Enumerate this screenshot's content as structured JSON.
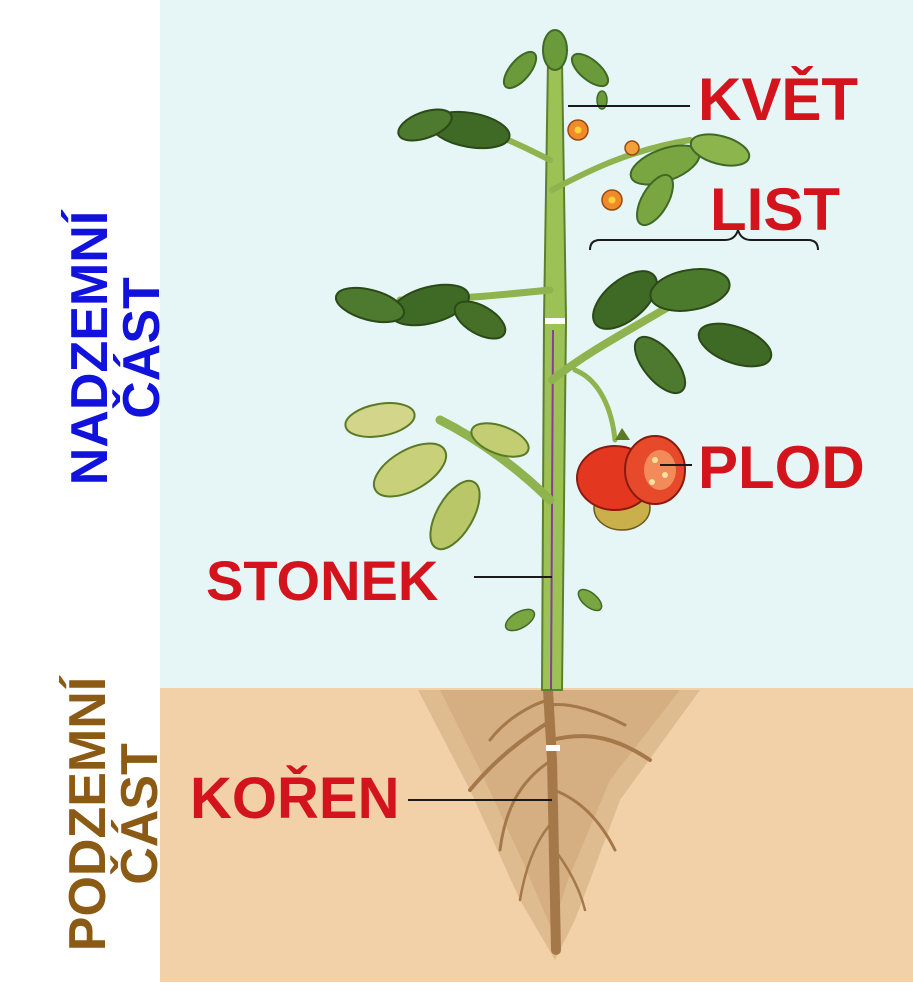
{
  "labels": {
    "aboveground": "NADZEMNÍ\nČÁST",
    "underground": "PODZEMNÍ\nČÁST",
    "flower": "KVĚT",
    "leaf": "LIST",
    "fruit": "PLOD",
    "stem": "STONEK",
    "root": "KOŘEN"
  },
  "colors": {
    "sky": "#e6f6f6",
    "soil": "#f2d1a9",
    "label_red": "#d4141c",
    "aboveground_text": "#1212dd",
    "underground_text": "#8b5a14",
    "stem_green": "#9cc256",
    "leaf_dark": "#3f6a26",
    "leaf_light": "#7aa642",
    "fruit_red": "#e4371f",
    "root_brown": "#a5784a"
  }
}
